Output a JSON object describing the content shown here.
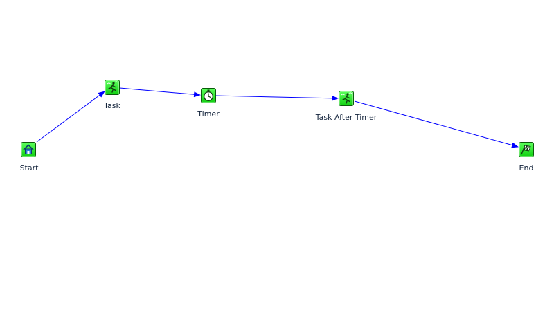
{
  "diagram": {
    "nodes": [
      {
        "id": "start",
        "label": "Start",
        "icon": "home-icon"
      },
      {
        "id": "task",
        "label": "Task",
        "icon": "runner-icon"
      },
      {
        "id": "timer",
        "label": "Timer",
        "icon": "stopwatch-icon"
      },
      {
        "id": "task_after_timer",
        "label": "Task After Timer",
        "icon": "runner-icon"
      },
      {
        "id": "end",
        "label": "End",
        "icon": "checkered-flag-icon"
      }
    ],
    "edges": [
      {
        "from": "start",
        "to": "task"
      },
      {
        "from": "task",
        "to": "timer"
      },
      {
        "from": "timer",
        "to": "task_after_timer"
      },
      {
        "from": "task_after_timer",
        "to": "end"
      }
    ],
    "colors": {
      "edge": "#0000ff",
      "node_fill": "#22e022",
      "node_border": "#0a5c0a",
      "label": "#14243c"
    }
  }
}
